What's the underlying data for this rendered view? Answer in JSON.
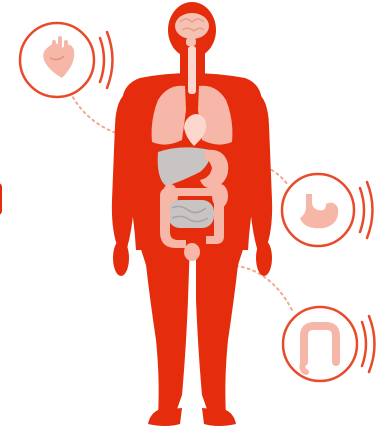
{
  "illustration": {
    "figure": "human-body",
    "callouts": [
      {
        "organ": "heart",
        "icon": "heart-icon"
      },
      {
        "organ": "stomach",
        "icon": "stomach-icon"
      },
      {
        "organ": "colon",
        "icon": "intestine-icon"
      }
    ]
  },
  "colors": {
    "body": "#e52d0d",
    "organ_pink": "#f7b7a8",
    "organ_light": "#fbd7cd",
    "organ_grey": "#c9c4c4",
    "brain": "#f5c1b3",
    "callout_ring": "#e84a2a",
    "dotted_line": "#f4a892",
    "background": "#ffffff"
  }
}
